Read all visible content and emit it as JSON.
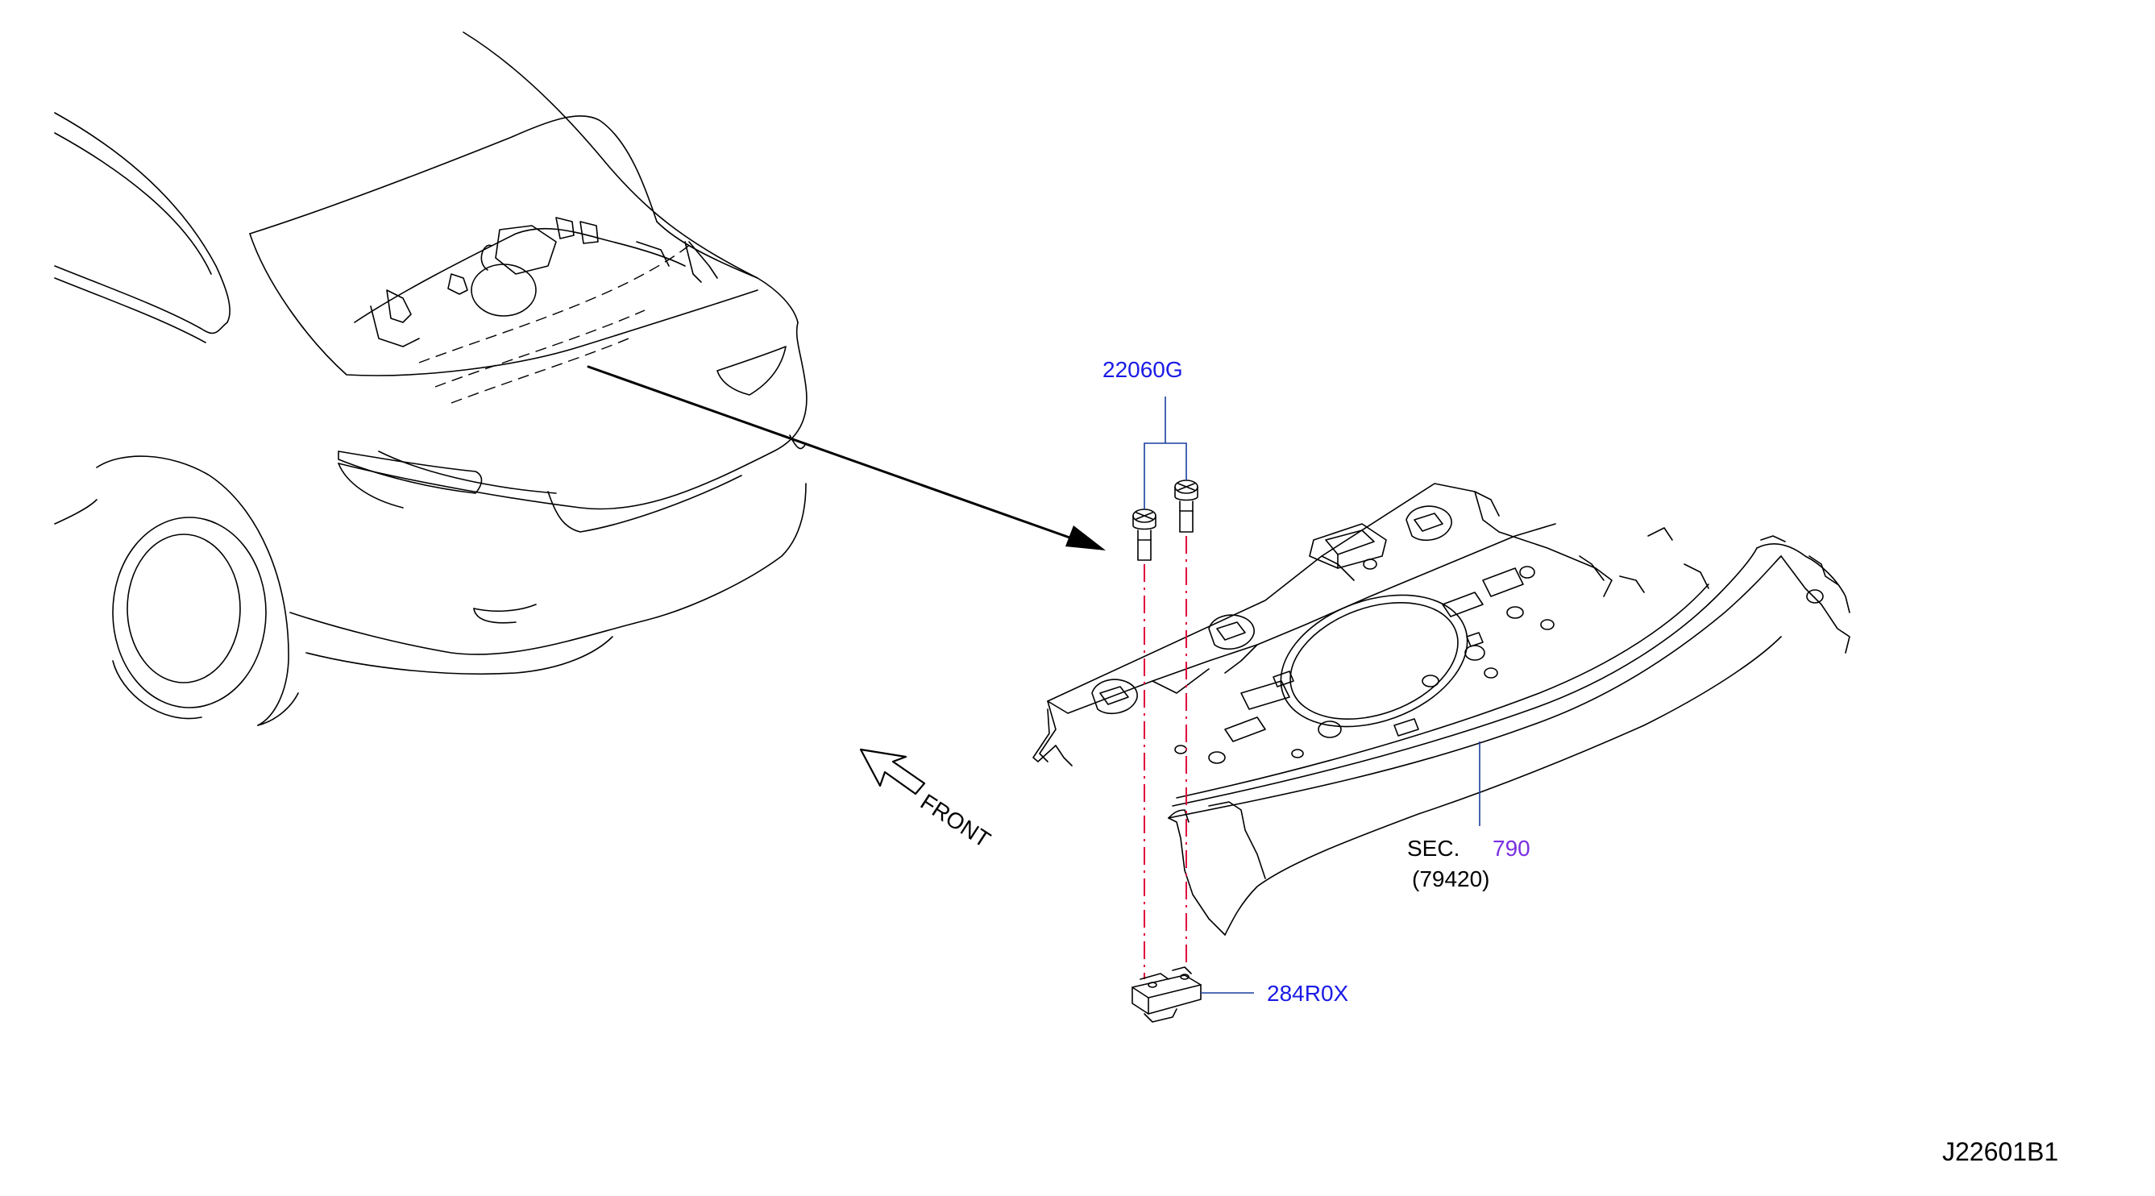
{
  "diagram_id": "J22601B1",
  "orientation_label": "FRONT",
  "parts": {
    "bolt": "22060G",
    "sensor": "284R0X"
  },
  "section_ref": {
    "prefix": "SEC.",
    "number": "790",
    "sub": "(79420)"
  },
  "colors": {
    "part_link": "#1a1ae6",
    "section_link": "#7a2fe0",
    "centerline": "#e0003c",
    "leader": "#1a3fa0"
  }
}
